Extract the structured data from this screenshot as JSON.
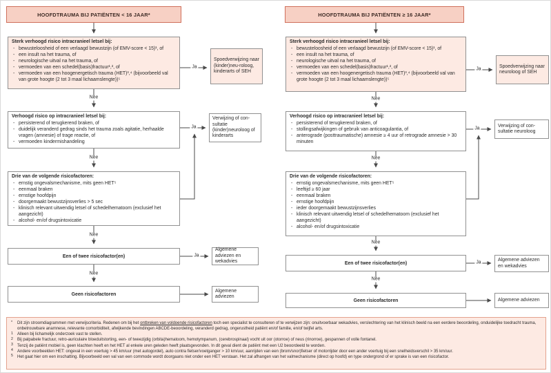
{
  "labels": {
    "ja": "Ja",
    "nee": "Nee"
  },
  "colors": {
    "title_fill": "#f7d0c4",
    "title_border": "#cf6f5b",
    "pink_fill": "#fdeae3",
    "box_border": "#909090",
    "footnote_border": "#e4a28e",
    "arrow": "#4a4a4a"
  },
  "columns": [
    {
      "title": "HOOFDTRAUMA BIJ PATIËNTEN < 16 JAAR*",
      "main_boxes": {
        "strong_risk": {
          "header": "Sterk verhoogd risico intracranieel letsel bij:",
          "items": [
            "bewusteloosheid of een verlaagd bewustzijn (of EMV-score < 15)¹, of",
            "een insult na het trauma, of",
            "neurologische uitval na het trauma, of",
            "vermoeden van een schedel(basis)fractuur¹,², of",
            "vermoeden van een hoogenergetisch trauma (HET)³,⁴ (bijvoorbeeld val van grote hoogte (2 tot 3 maal lichaamslengte))⁵"
          ]
        },
        "elevated_risk": {
          "header": "Verhoogd risico op intracranieel letsel bij:",
          "items": [
            "persisterend of terugkerend braken, of",
            "duidelijk veranderd gedrag sinds het trauma zoals agitatie, herhaalde vragen (amnesie) of trage reactie, of",
            "vermoeden kindermishandeling"
          ]
        },
        "three_factors": {
          "header": "Drie van de volgende risicofactoren:",
          "items": [
            "ernstig ongevalsmechanisme, mits geen HET⁵",
            "eenmaal braken",
            "ernstige hoofdpijn",
            "doorgemaakt bewustzijnsverlies > 5 sec",
            "klinisch relevant uitwendig letsel of schedelhematoom (exclusief het aangezicht)",
            "alcohol- en/of drugsintoxicatie"
          ]
        },
        "one_or_two_factors": "Een of twee risicofactor(en)",
        "no_factors": "Geen risicofactoren"
      },
      "outcome_boxes": {
        "urgent_referral": "Spoedverwijzing naar (kinder)neu-roloog, kinderarts of SEH",
        "referral_consultation": "Verwijzing of con-sultatie (kinder)neuroloog of kinderarts",
        "advice_wake": "Algemene adviezen en wekadvies",
        "advice": "Algemene adviezen"
      }
    },
    {
      "title": "HOOFDTRAUMA BIJ PATIËNTEN ≥ 16 JAAR*",
      "main_boxes": {
        "strong_risk": {
          "header": "Sterk verhoogd risico intracranieel letsel bij:",
          "items": [
            "bewusteloosheid of een verlaagd bewustzijn (of EMV-score < 15)¹, of",
            "een insult na het trauma, of",
            "neurologische uitval na het trauma, of",
            "vermoeden van een schedel(basis)fractuur¹,², of",
            "vermoeden van een hoogenergetisch trauma (HET)³,⁴ (bijvoorbeeld val van grote hoogte (2 tot 3 maal lichaamslengte))⁵"
          ]
        },
        "elevated_risk": {
          "header": "Verhoogd risico op intracranieel letsel bij:",
          "items": [
            "persisterend of terugkerend braken, of",
            "stollingsafwijkingen of gebruik van anticoagulantia, of",
            "anterograde (posttraumatische) amnesie ≥ 4 uur of retrograde amnesie > 30 minuten"
          ]
        },
        "three_factors": {
          "header": "Drie van de volgende risicofactoren:",
          "items": [
            "ernstig ongevalsmechanisme, mits geen HET⁵",
            "leeftijd ≥ 60 jaar",
            "eenmaal braken",
            "ernstige hoofdpijn",
            "ieder doorgemaakt bewustzijnsverlies",
            "klinisch relevant uitwendig letsel of schedelhematoom (exclusief het aangezicht)",
            "alcohol- en/of drugsintoxicatie"
          ]
        },
        "one_or_two_factors": "Een of twee risicofactor(en)",
        "no_factors": "Geen risicofactoren"
      },
      "outcome_boxes": {
        "urgent_referral": "Spoedverwijzing naar neuroloog of SEH",
        "referral_consultation": "Verwijzing of con-sultatie neuroloog",
        "advice_wake": "Algemene adviezen en wekadvies",
        "advice": "Algemene adviezen"
      }
    }
  ],
  "footnotes": [
    {
      "marker": "*",
      "pre": "Dit zijn stroomdiagrammen met verwijscriteria. Redenen om bij het ",
      "underlined": "ontbreken van voldoende risicofactoren",
      "post": " toch een specialist te consulteren of te verwijzen zijn: onuitvoerbaar wekadvies, verslechtering van het klinisch beeld na een eerdere beoordeling, onduidelijke toedracht trauma, onbetrouwbare anamnese, relevante comorbiditeit, afwijkende bevindingen ABCDE-beoordeling, veranderd gedrag, ongerustheid patiënt en/of familie, en/of twijfel arts."
    },
    {
      "marker": "1",
      "text": "Alleen bij lichamelijk onderzoek vast te stellen."
    },
    {
      "marker": "2",
      "text": "Bij palpabele fractuur, retro-auriculaire bloeduitstorting, een- of tweezijdig (orbita)hematoom, hemotympanum, (cerebrospinaal) vocht uit oor (otorroe) of neus (rinorroe), gespannen of volle fontanel."
    },
    {
      "marker": "3",
      "text": "Tenzij de patiënt mobiel is, geen klachten heeft en het HET al enkele uren geleden heeft plaatsgevonden. In dit geval dient de patiënt met een U2 beoordeeld te worden."
    },
    {
      "marker": "4",
      "text": "Andere voorbeelden HET: ongeval in een voertuig > 45 km/uur (met autogordel), auto contra fietser/voetganger > 10 km/uur, aanrijden van een (brom/snor)fietser of motorrijder door een ander voertuig bij een snelheidsverschil > 35 km/uur."
    },
    {
      "marker": "5",
      "text": "Het gaat hier om een inschatting. Bijvoorbeeld een val van een commode wordt doorgaans niet onder een HET verstaan. Het zal afhangen van het valmechanisme (direct op hoofd) en type ondergrond of er sprake is van een risicofactor."
    }
  ]
}
